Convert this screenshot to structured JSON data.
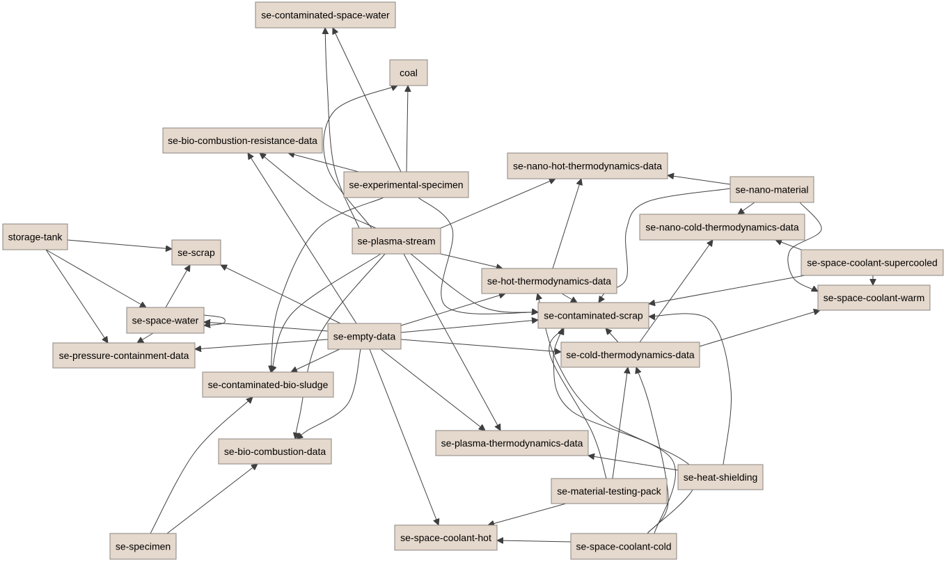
{
  "colors": {
    "node_fill": "#e5d8cc",
    "node_border": "#8a8580",
    "edge": "#3f3f3f",
    "background": "#ffffff"
  },
  "nodes": [
    {
      "id": "contaminated-space-water",
      "label": "se-contaminated-space-water"
    },
    {
      "id": "coal",
      "label": "coal"
    },
    {
      "id": "bio-combustion-resistance-data",
      "label": "se-bio-combustion-resistance-data"
    },
    {
      "id": "experimental-specimen",
      "label": "se-experimental-specimen"
    },
    {
      "id": "nano-hot-thermodynamics-data",
      "label": "se-nano-hot-thermodynamics-data"
    },
    {
      "id": "nano-material",
      "label": "se-nano-material"
    },
    {
      "id": "nano-cold-thermodynamics-data",
      "label": "se-nano-cold-thermodynamics-data"
    },
    {
      "id": "storage-tank",
      "label": "storage-tank"
    },
    {
      "id": "scrap",
      "label": "se-scrap"
    },
    {
      "id": "plasma-stream",
      "label": "se-plasma-stream"
    },
    {
      "id": "space-coolant-supercooled",
      "label": "se-space-coolant-supercooled"
    },
    {
      "id": "hot-thermodynamics-data",
      "label": "se-hot-thermodynamics-data"
    },
    {
      "id": "space-coolant-warm",
      "label": "se-space-coolant-warm"
    },
    {
      "id": "space-water",
      "label": "se-space-water"
    },
    {
      "id": "contaminated-scrap",
      "label": "se-contaminated-scrap"
    },
    {
      "id": "empty-data",
      "label": "se-empty-data"
    },
    {
      "id": "pressure-containment-data",
      "label": "se-pressure-containment-data"
    },
    {
      "id": "cold-thermodynamics-data",
      "label": "se-cold-thermodynamics-data"
    },
    {
      "id": "contaminated-bio-sludge",
      "label": "se-contaminated-bio-sludge"
    },
    {
      "id": "bio-combustion-data",
      "label": "se-bio-combustion-data"
    },
    {
      "id": "plasma-thermodynamics-data",
      "label": "se-plasma-thermodynamics-data"
    },
    {
      "id": "heat-shielding",
      "label": "se-heat-shielding"
    },
    {
      "id": "material-testing-pack",
      "label": "se-material-testing-pack"
    },
    {
      "id": "space-coolant-hot",
      "label": "se-space-coolant-hot"
    },
    {
      "id": "space-coolant-cold",
      "label": "se-space-coolant-cold"
    },
    {
      "id": "specimen",
      "label": "se-specimen"
    }
  ],
  "edges": [
    {
      "from": "storage-tank",
      "to": "scrap"
    },
    {
      "from": "storage-tank",
      "to": "space-water"
    },
    {
      "from": "storage-tank",
      "to": "pressure-containment-data"
    },
    {
      "from": "space-water",
      "to": "scrap"
    },
    {
      "from": "space-water",
      "to": "space-water"
    },
    {
      "from": "space-water",
      "to": "pressure-containment-data"
    },
    {
      "from": "experimental-specimen",
      "to": "contaminated-space-water"
    },
    {
      "from": "experimental-specimen",
      "to": "coal"
    },
    {
      "from": "experimental-specimen",
      "to": "bio-combustion-resistance-data"
    },
    {
      "from": "experimental-specimen",
      "to": "contaminated-scrap"
    },
    {
      "from": "experimental-specimen",
      "to": "contaminated-bio-sludge"
    },
    {
      "from": "plasma-stream",
      "to": "contaminated-space-water"
    },
    {
      "from": "plasma-stream",
      "to": "coal"
    },
    {
      "from": "plasma-stream",
      "to": "bio-combustion-resistance-data"
    },
    {
      "from": "plasma-stream",
      "to": "nano-hot-thermodynamics-data"
    },
    {
      "from": "plasma-stream",
      "to": "hot-thermodynamics-data"
    },
    {
      "from": "plasma-stream",
      "to": "contaminated-scrap"
    },
    {
      "from": "plasma-stream",
      "to": "plasma-thermodynamics-data"
    },
    {
      "from": "plasma-stream",
      "to": "contaminated-bio-sludge"
    },
    {
      "from": "plasma-stream",
      "to": "bio-combustion-data"
    },
    {
      "from": "empty-data",
      "to": "scrap"
    },
    {
      "from": "empty-data",
      "to": "space-water"
    },
    {
      "from": "empty-data",
      "to": "pressure-containment-data"
    },
    {
      "from": "empty-data",
      "to": "bio-combustion-resistance-data"
    },
    {
      "from": "empty-data",
      "to": "contaminated-bio-sludge"
    },
    {
      "from": "empty-data",
      "to": "bio-combustion-data"
    },
    {
      "from": "empty-data",
      "to": "hot-thermodynamics-data"
    },
    {
      "from": "empty-data",
      "to": "contaminated-scrap"
    },
    {
      "from": "empty-data",
      "to": "cold-thermodynamics-data"
    },
    {
      "from": "empty-data",
      "to": "plasma-thermodynamics-data"
    },
    {
      "from": "empty-data",
      "to": "space-coolant-hot"
    },
    {
      "from": "nano-material",
      "to": "nano-hot-thermodynamics-data"
    },
    {
      "from": "nano-material",
      "to": "nano-cold-thermodynamics-data"
    },
    {
      "from": "nano-material",
      "to": "contaminated-scrap"
    },
    {
      "from": "nano-material",
      "to": "space-coolant-warm"
    },
    {
      "from": "space-coolant-supercooled",
      "to": "nano-cold-thermodynamics-data"
    },
    {
      "from": "space-coolant-supercooled",
      "to": "space-coolant-warm"
    },
    {
      "from": "space-coolant-supercooled",
      "to": "contaminated-scrap"
    },
    {
      "from": "hot-thermodynamics-data",
      "to": "nano-hot-thermodynamics-data"
    },
    {
      "from": "hot-thermodynamics-data",
      "to": "contaminated-scrap"
    },
    {
      "from": "cold-thermodynamics-data",
      "to": "contaminated-scrap"
    },
    {
      "from": "cold-thermodynamics-data",
      "to": "nano-cold-thermodynamics-data"
    },
    {
      "from": "cold-thermodynamics-data",
      "to": "space-coolant-warm"
    },
    {
      "from": "heat-shielding",
      "to": "plasma-thermodynamics-data"
    },
    {
      "from": "heat-shielding",
      "to": "contaminated-scrap"
    },
    {
      "from": "material-testing-pack",
      "to": "cold-thermodynamics-data"
    },
    {
      "from": "material-testing-pack",
      "to": "contaminated-scrap"
    },
    {
      "from": "material-testing-pack",
      "to": "space-coolant-hot"
    },
    {
      "from": "space-coolant-cold",
      "to": "space-coolant-hot"
    },
    {
      "from": "space-coolant-cold",
      "to": "cold-thermodynamics-data"
    },
    {
      "from": "space-coolant-cold",
      "to": "hot-thermodynamics-data"
    },
    {
      "from": "space-coolant-cold",
      "to": "contaminated-scrap"
    },
    {
      "from": "specimen",
      "to": "contaminated-bio-sludge"
    },
    {
      "from": "specimen",
      "to": "bio-combustion-data"
    }
  ]
}
